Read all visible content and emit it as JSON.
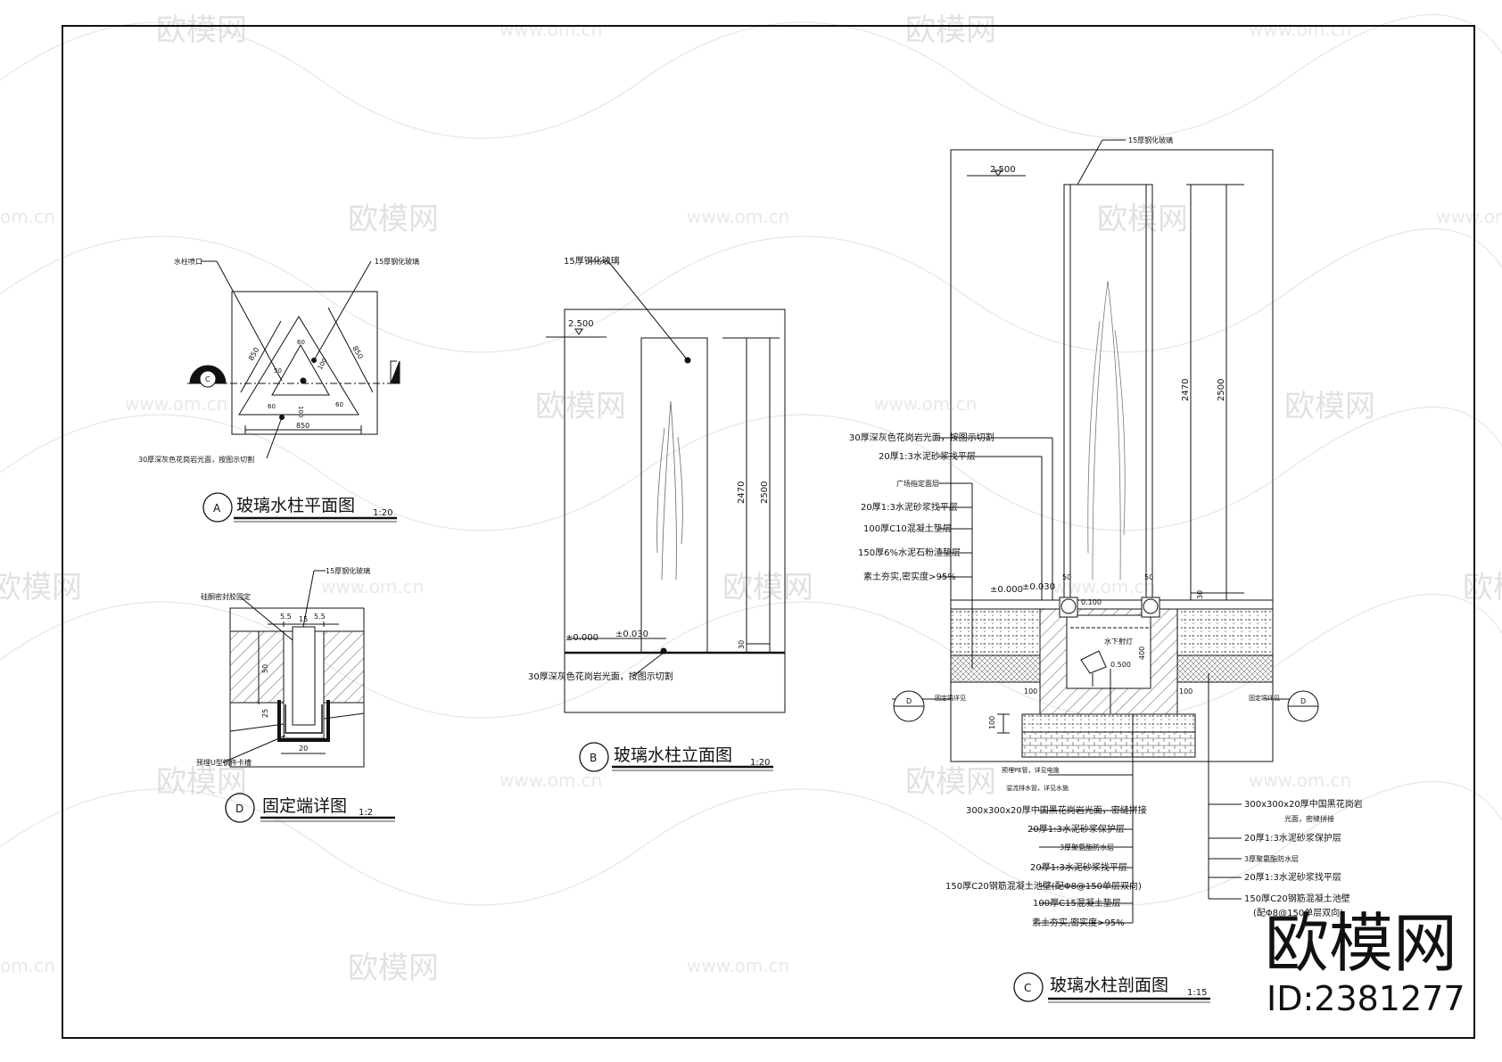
{
  "watermark": {
    "brand": "欧模网",
    "url": "www.om.cn",
    "url_fragment": "om.cn",
    "id": "ID:2381277"
  },
  "panel_a": {
    "label": "A",
    "title": "玻璃水柱平面图",
    "scale": "1:20",
    "notes": {
      "nozzle": "水柱喷口",
      "glass": "15厚钢化玻璃",
      "floor": "30厚深灰色花岗岩光面，按图示切割"
    },
    "dims": {
      "d850_left": "850",
      "d850_right": "850",
      "d850_bottom": "850",
      "d60_top": "60",
      "d100_a": "100",
      "d100_b": "100",
      "d50": "50",
      "d60_a": "60",
      "d60_b": "60"
    },
    "section_mark": "C"
  },
  "panel_b": {
    "label": "B",
    "title": "玻璃水柱立面图",
    "scale": "1:20",
    "notes": {
      "glass": "15厚钢化玻璃",
      "floor": "30厚深灰色花岗岩光面，按图示切割"
    },
    "levels": {
      "top": "2.500",
      "zero": "±0.000",
      "plus": "±0.030"
    },
    "dims": {
      "d2470": "2470",
      "d2500": "2500",
      "d30": "30"
    }
  },
  "panel_c": {
    "label": "C",
    "title": "玻璃水柱剖面图",
    "scale": "1:15",
    "levels": {
      "top": "2.500",
      "zero": "±0.000",
      "plus": "±0.030",
      "l100": "0.100",
      "l500": "0.500"
    },
    "dims": {
      "d2470": "2470",
      "d2500": "2500",
      "d30": "30",
      "d50_l": "50",
      "d50_r": "50",
      "d100_l": "100",
      "d100_r": "100",
      "d400": "400",
      "d100_v": "100"
    },
    "top_note": "15厚钢化玻璃",
    "left_notes": [
      "30厚深灰色花岗岩光面，按图示切割",
      "20厚1:3水泥砂浆找平层",
      "广场指定面层",
      "20厚1:3水泥砂浆找平层",
      "100厚C10混凝土垫层",
      "150厚6%水泥石粉渣垫层",
      "素土夯实,密实度>95%"
    ],
    "pool_notes": {
      "light": "水下射灯",
      "pipe1": "预埋PE管，详见电施",
      "pipe2": "溢流排水管，详见水施",
      "fix_left": "固定端详见",
      "fix_right": "固定端详见"
    },
    "bottom_notes": [
      "300x300x20厚中国黑花岗岩光面，密缝拼接",
      "20厚1:3水泥砂浆保护层",
      "3厚聚氨酯防水层",
      "20厚1:3水泥砂浆找平层",
      "150厚C20钢筋混凝土池壁(配Φ8@150单层双向)",
      "100厚C15混凝土垫层",
      "素土夯实,密实度>95%"
    ],
    "right_notes": [
      "300x300x20厚中国黑花岗岩",
      "光面，密缝拼接",
      "20厚1:3水泥砂浆保护层",
      "3厚聚氨酯防水层",
      "20厚1:3水泥砂浆找平层",
      "150厚C20钢筋混凝土池壁",
      "(配Φ8@150单层双向)"
    ],
    "section_mark": "D"
  },
  "panel_d": {
    "label": "D",
    "title": "固定端详图",
    "scale": "1:2",
    "notes": {
      "glue": "硅酮密封胶固定",
      "glass": "15厚钢化玻璃",
      "steel": "预埋U型钢件卡槽"
    },
    "dims": {
      "d55_l": "5.5",
      "d15": "15",
      "d55_r": "5.5",
      "d50": "50",
      "d25": "25",
      "d20": "20"
    }
  }
}
